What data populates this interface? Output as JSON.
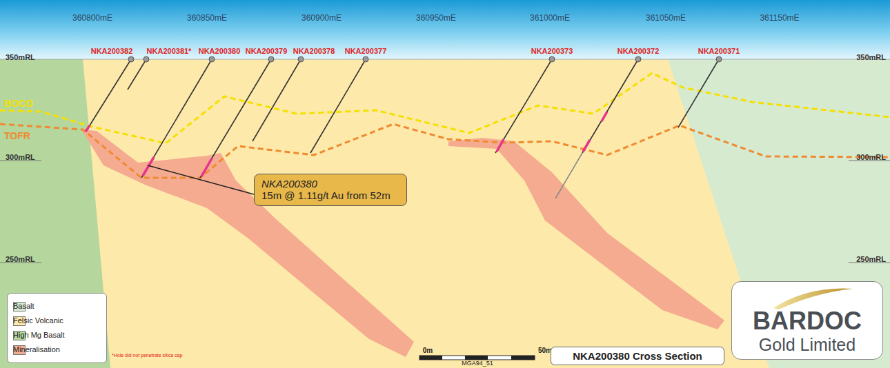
{
  "diagram": {
    "nodes": [
      {
        "text": [
          "NKA200380",
          "15m @ 1.11g/t Au from 52m"
        ]
      },
      {
        "text": [
          "NKA200380 Cross Section"
        ]
      },
      {
        "text": [
          "BARDOC",
          "Gold Limited"
        ]
      }
    ],
    "labels": [
      "360800mE",
      "360850mE",
      "360900mE",
      "360950mE",
      "361000mE",
      "361050mE",
      "361150mE",
      "350mRL",
      "350mRL",
      "300mRL",
      "300mRL",
      "250mRL",
      "250mRL",
      "NKA200382",
      "NKA200381*",
      "NKA200380",
      "NKA200379",
      "NKA200378",
      "NKA200377",
      "NKA200373",
      "NKA200372",
      "NKA200371",
      "BOCO",
      "TOFR",
      "0m",
      "50m",
      "MGA94_51",
      "*Hole did not penetrate silica cap"
    ],
    "legend": [
      {
        "text": "Basalt",
        "color": "#d6ead0"
      },
      {
        "text": "Felsic Volcanic",
        "color": "#fde9a9"
      },
      {
        "text": "High Mg Basalt",
        "color": "#b5d69c"
      },
      {
        "text": "Mineralisation",
        "color": "#f5ab90"
      }
    ]
  }
}
